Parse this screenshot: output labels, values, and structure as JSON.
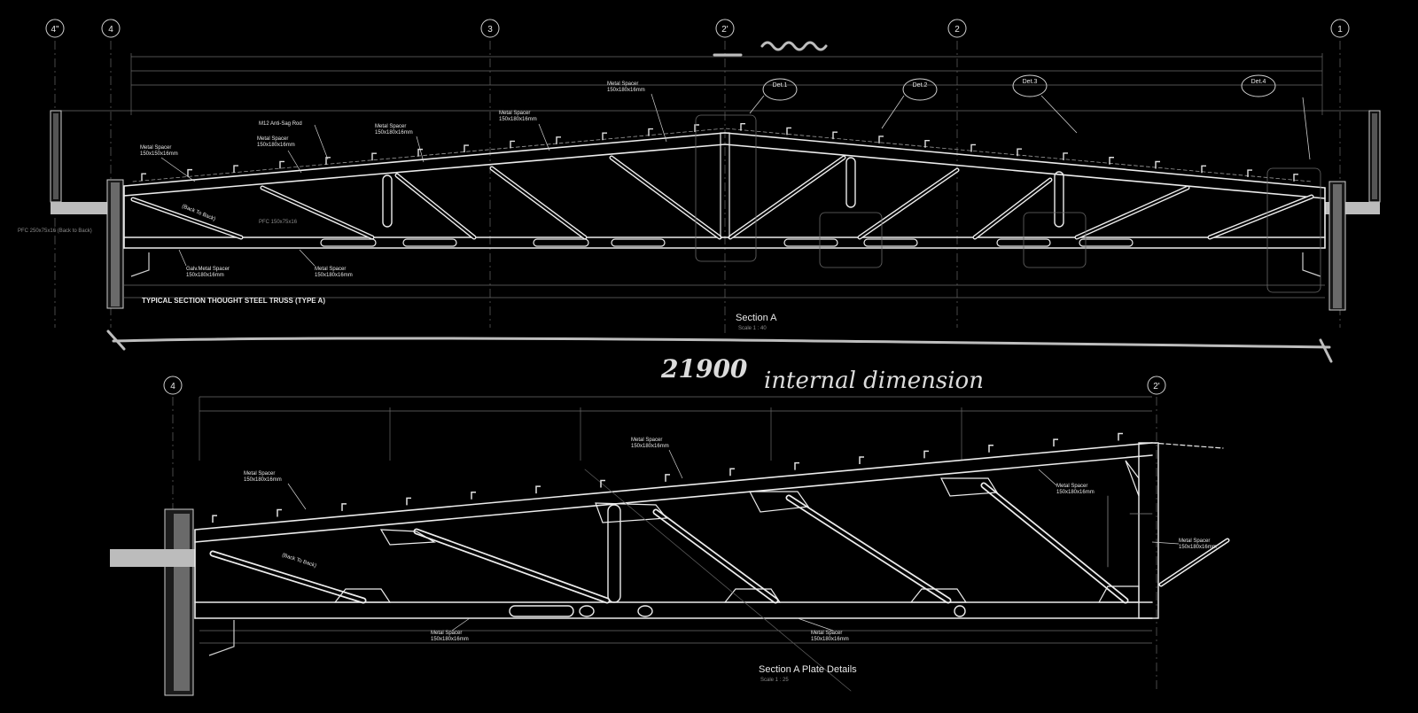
{
  "grid_labels_top": [
    "4\"",
    "4",
    "3",
    "2'",
    "2",
    "1"
  ],
  "grid_labels_bottom": [
    "4",
    "2'"
  ],
  "section_a": {
    "caption": "TYPICAL SECTION THOUGHT STEEL TRUSS (TYPE A)",
    "title": "Section A",
    "scale": "Scale 1 : 40",
    "details": [
      "Det.1",
      "Det.2",
      "Det.3",
      "Det.4"
    ],
    "callouts": [
      "Metal Spacer\n150x150x16mm",
      "M12 Anti-Sag Rod",
      "Metal Spacer\n150x180x16mm",
      "Metal Spacer\n150x180x16mm",
      "Metal Spacer\n150x180x16mm",
      "Metal Spacer\n150x180x16mm",
      "Galv.Metal Spacer\n150x180x16mm",
      "Metal Spacer\n150x180x16mm",
      "PFC 250x75x16 (Back to Back)",
      "(Back To Back)",
      "PFC 150x75x16"
    ]
  },
  "handwriting": {
    "dimension_value": "21900",
    "dimension_note": "internal dimension"
  },
  "section_a_plate": {
    "title": "Section A Plate Details",
    "scale": "Scale 1 : 25",
    "callouts": [
      "Metal Spacer\n150x180x16mm",
      "Metal Spacer\n150x180x16mm",
      "Metal Spacer\n150x180x16mm",
      "Metal Spacer\n150x180x16mm",
      "Metal Spacer\n150x180x16mm",
      "Metal Spacer\n150x180x16mm",
      "(Back To Back)"
    ]
  },
  "colors": {
    "background": "#000000",
    "linework": "#e6e6e6",
    "faint": "#7a7a7a",
    "handwriting": "#bdbdbd"
  }
}
